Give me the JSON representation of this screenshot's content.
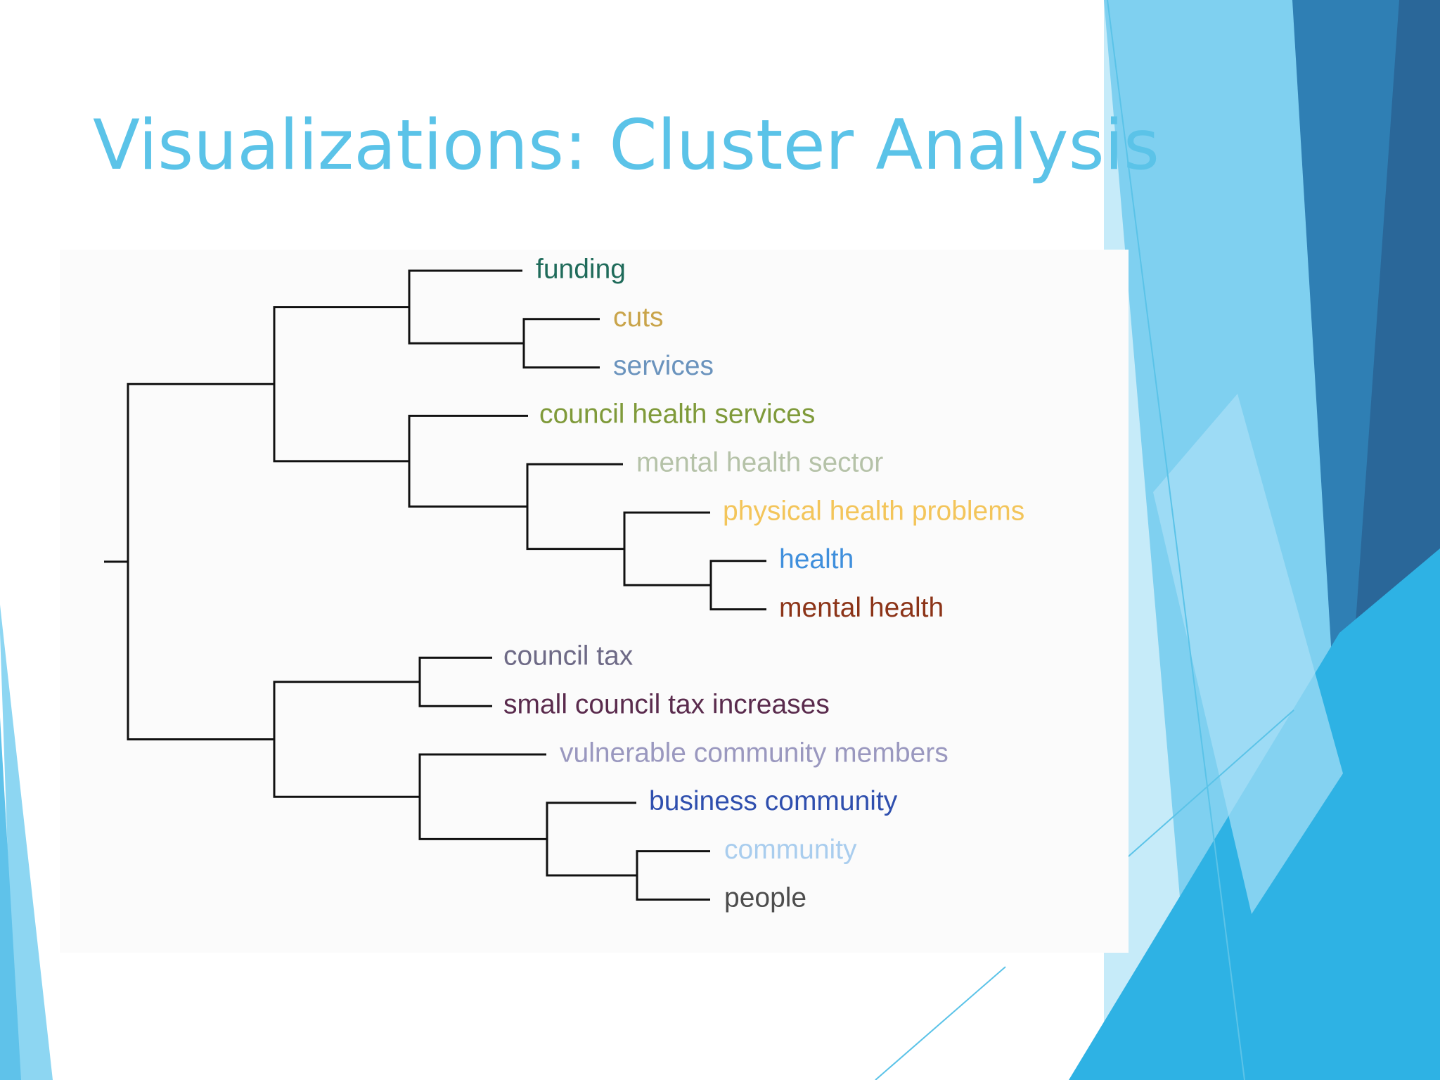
{
  "slide": {
    "title": "Visualizations: Cluster Analysis"
  },
  "dendrogram": {
    "leaves": [
      {
        "id": "funding",
        "label": "funding",
        "color": "#1f6b5a"
      },
      {
        "id": "cuts",
        "label": "cuts",
        "color": "#c9a44a"
      },
      {
        "id": "services",
        "label": "services",
        "color": "#6a93bd"
      },
      {
        "id": "council-health-services",
        "label": "council health services",
        "color": "#7f9a3a"
      },
      {
        "id": "mental-health-sector",
        "label": "mental health sector",
        "color": "#b5c2a8"
      },
      {
        "id": "physical-health-problems",
        "label": "physical health problems",
        "color": "#f3c55a"
      },
      {
        "id": "health",
        "label": "health",
        "color": "#3f8fdc"
      },
      {
        "id": "mental-health",
        "label": "mental health",
        "color": "#8c3418"
      },
      {
        "id": "council-tax",
        "label": "council tax",
        "color": "#6e6a86"
      },
      {
        "id": "small-council-tax-increases",
        "label": "small council tax increases",
        "color": "#5a2b4d"
      },
      {
        "id": "vulnerable-community-members",
        "label": "vulnerable community members",
        "color": "#9a98bf"
      },
      {
        "id": "business-community",
        "label": "business community",
        "color": "#2f4fae"
      },
      {
        "id": "community",
        "label": "community",
        "color": "#a9cdee"
      },
      {
        "id": "people",
        "label": "people",
        "color": "#4d4d4d"
      }
    ],
    "branch_color": "#111111",
    "theme_colors": {
      "title": "#5bc3e8",
      "accent_light": "#89d4f2",
      "accent_mid": "#30b3e3",
      "accent_dark": "#2b6c9f"
    }
  }
}
